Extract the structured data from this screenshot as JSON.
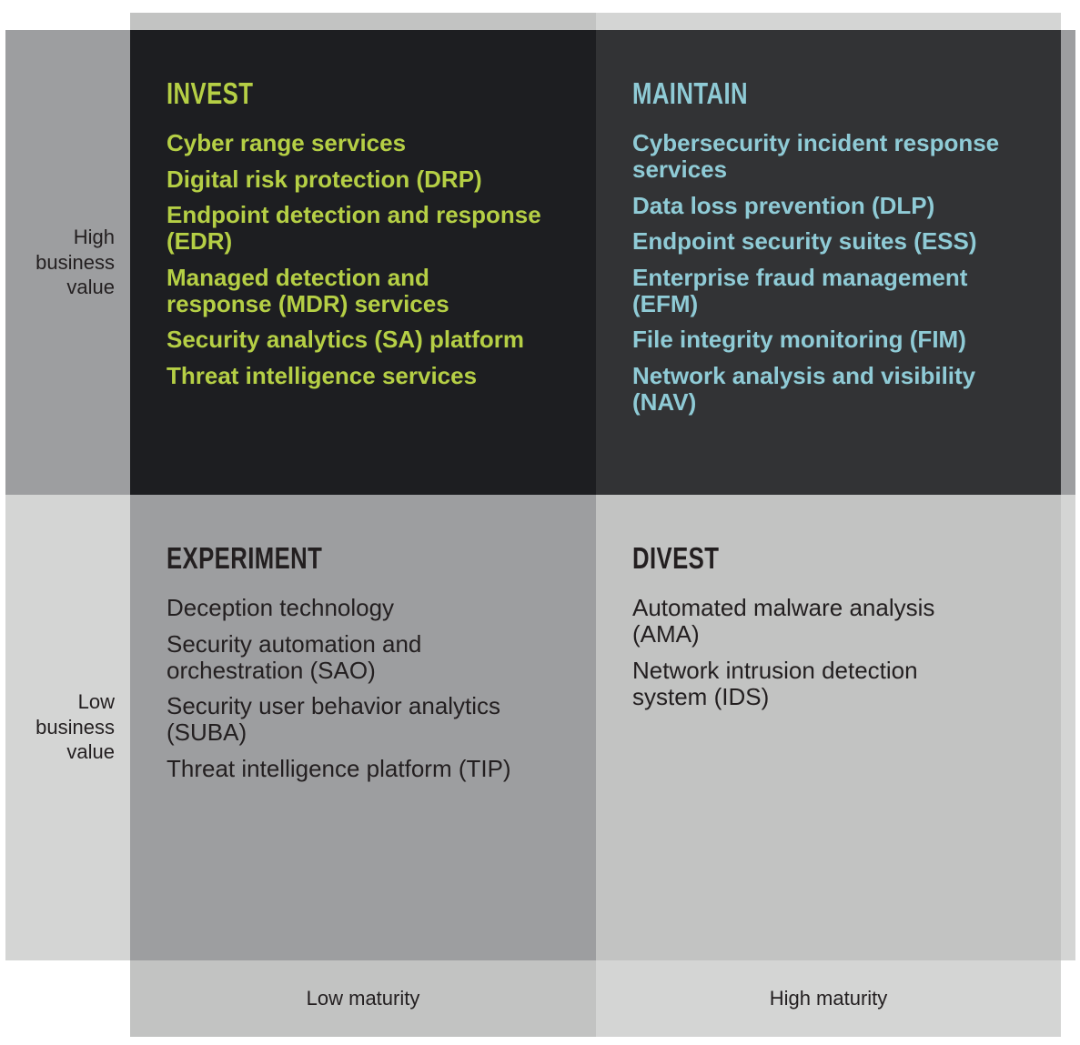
{
  "colors": {
    "invest_bg": "#1d1e21",
    "maintain_bg": "#323335",
    "experiment_bg": "#9d9ea0",
    "divest_bg": "#c2c3c2",
    "invest_text": "#b5cf45",
    "maintain_text": "#8fcbd6",
    "dark_text": "#231f20"
  },
  "y_axis": {
    "high": [
      "High",
      "business",
      "value"
    ],
    "low": [
      "Low",
      "business",
      "value"
    ]
  },
  "x_axis": {
    "low": "Low maturity",
    "high": "High maturity"
  },
  "quadrants": {
    "invest": {
      "title": "INVEST",
      "items": [
        "Cyber range services",
        "Digital risk protection (DRP)",
        "Endpoint detection and response (EDR)",
        "Managed detection and response (MDR) services",
        "Security analytics (SA) platform",
        "Threat intelligence services"
      ]
    },
    "maintain": {
      "title": "MAINTAIN",
      "items": [
        "Cybersecurity incident response services",
        "Data loss prevention (DLP)",
        "Endpoint security suites (ESS)",
        "Enterprise fraud management (EFM)",
        "File integrity monitoring (FIM)",
        "Network analysis and visibility (NAV)"
      ]
    },
    "experiment": {
      "title": "EXPERIMENT",
      "items": [
        "Deception technology",
        "Security automation and orchestration (SAO)",
        "Security user behavior analytics (SUBA)",
        "Threat intelligence platform (TIP)"
      ]
    },
    "divest": {
      "title": "DIVEST",
      "items": [
        "Automated malware analysis (AMA)",
        "Network intrusion detection system (IDS)"
      ]
    }
  }
}
